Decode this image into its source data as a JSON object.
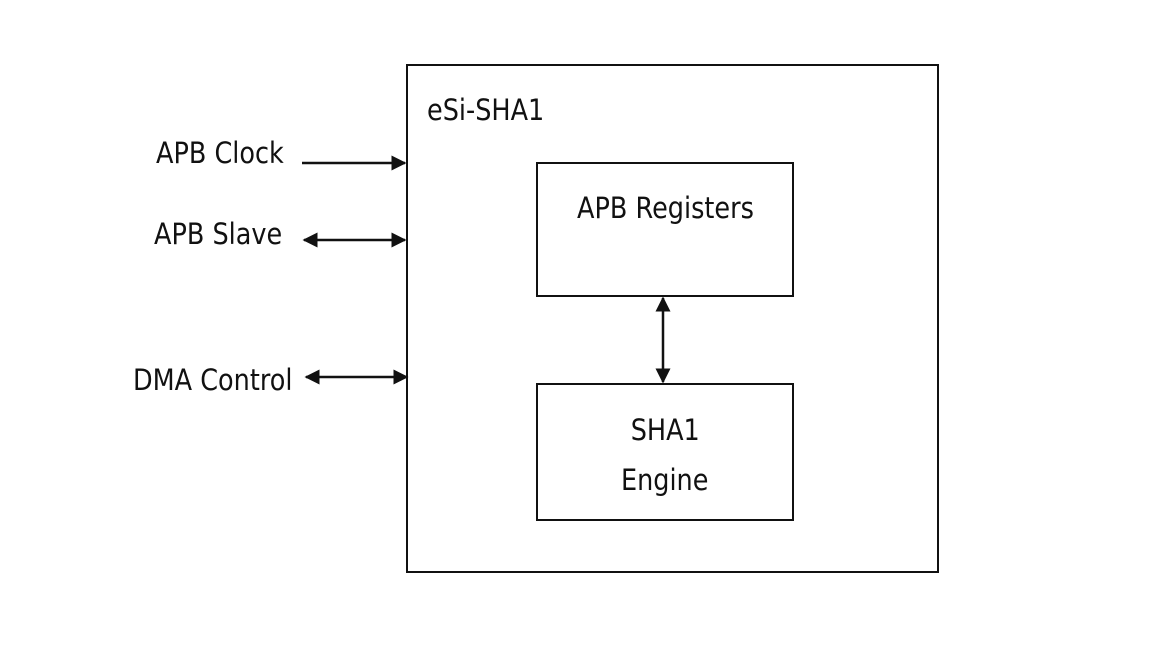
{
  "diagram": {
    "outer_block": {
      "label": "eSi-SHA1"
    },
    "inner_blocks": [
      {
        "id": "apb-registers",
        "lines": [
          "APB Registers"
        ]
      },
      {
        "id": "sha1-engine",
        "lines": [
          "SHA1",
          "Engine"
        ]
      }
    ],
    "signals": [
      {
        "label": "APB Clock",
        "direction": "input"
      },
      {
        "label": "APB Slave",
        "direction": "bidirectional"
      },
      {
        "label": "DMA Control",
        "direction": "bidirectional"
      }
    ],
    "internal_connection": {
      "from": "apb-registers",
      "to": "sha1-engine",
      "direction": "bidirectional"
    },
    "colors": {
      "line": "#111111",
      "background": "#ffffff"
    }
  }
}
